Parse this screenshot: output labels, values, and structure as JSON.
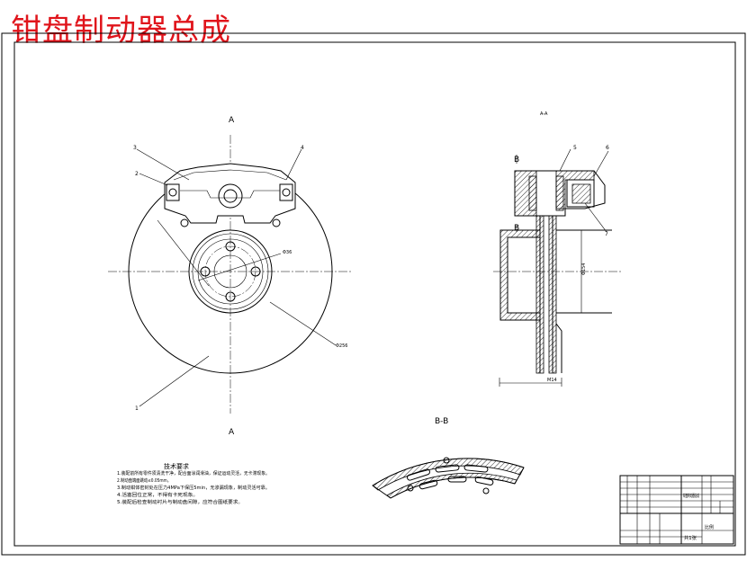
{
  "title": "钳盘制动器总成",
  "section_labels": {
    "top_a": "A",
    "bottom_a": "A",
    "top_b": "B",
    "bottom_b": "B",
    "section_bb": "B-B",
    "side_view_mark": "A-A"
  },
  "part_callouts": [
    "1",
    "2",
    "3",
    "4",
    "5",
    "6",
    "7"
  ],
  "dimension_labels": {
    "hub_dia": "Φ36",
    "disc_dia": "Φ256",
    "bore_dia": "Φ154",
    "width": "M14"
  },
  "tech_req": {
    "heading": "技术要求",
    "lines": [
      "1.装配前所有零件须清洗干净，配合面涂润滑油，保证运动灵活，无卡滞现象。",
      "2.制动盘端面跳动≤0.05mm。",
      "3.制动钳体密封处在压力4MPa下保压5min，无渗漏现象，制动灵活可靠。",
      "4.活塞回位正常，不得有卡死现象。",
      "5.装配后检查制动衬片与制动盘间隙，应符合图纸要求。"
    ]
  },
  "title_block": {
    "drawing_name": "钳盘制动器总成",
    "scale_label": "比例",
    "sheet_label": "共1张"
  }
}
